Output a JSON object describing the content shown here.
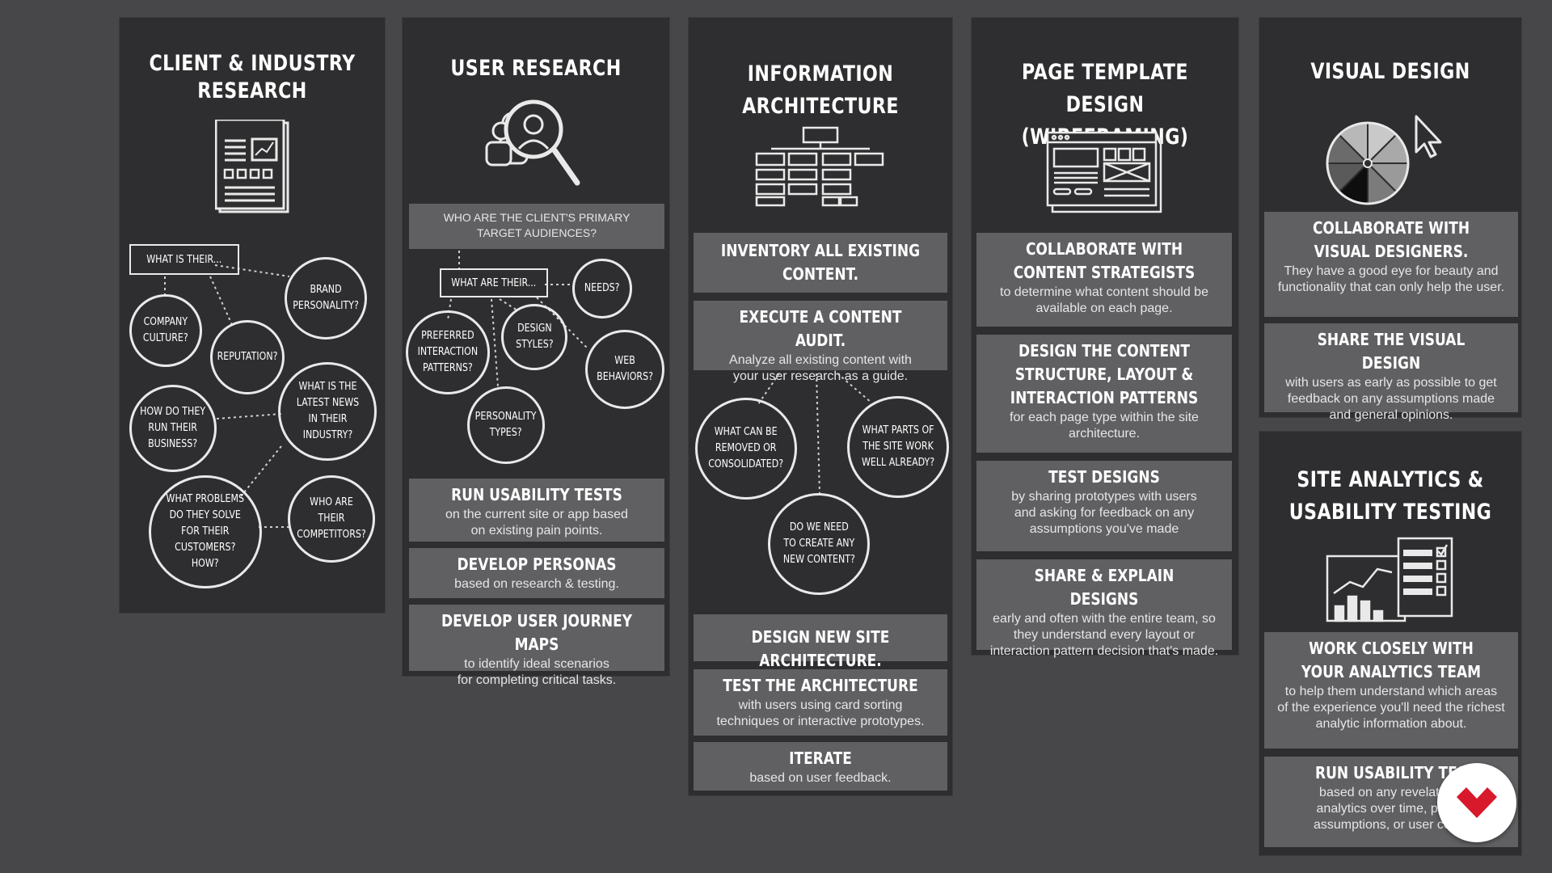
{
  "columns": {
    "client": {
      "title": "CLIENT & INDUSTRY\nRESEARCH",
      "icon": "newspaper-icon",
      "hub": "WHAT IS THEIR...",
      "questions": {
        "brand": "BRAND\nPERSONALITY?",
        "culture": "COMPANY\nCULTURE?",
        "reputation": "REPUTATION?",
        "news": "WHAT IS THE\nLATEST NEWS\nIN THEIR\nINDUSTRY?",
        "business": "HOW DO THEY\nRUN THEIR\nBUSINESS?",
        "problems": "WHAT PROBLEMS\nDO THEY SOLVE\nFOR THEIR\nCUSTOMERS?\nHOW?",
        "competitors": "WHO ARE THEIR\nCOMPETITORS?"
      }
    },
    "user": {
      "title": "USER RESEARCH",
      "icon": "users-magnifier-icon",
      "audience": "WHO ARE THE CLIENT'S PRIMARY\nTARGET AUDIENCES?",
      "hub": "WHAT ARE THEIR...",
      "questions": {
        "needs": "NEEDS?",
        "preferred": "PREFERRED\nINTERACTION\nPATTERNS?",
        "design": "DESIGN\nSTYLES?",
        "web": "WEB\nBEHAVIORS?",
        "personality": "PERSONALITY\nTYPES?"
      },
      "boxes": [
        {
          "title": "RUN USABILITY TESTS",
          "body": "on the current site or app based\non existing pain points."
        },
        {
          "title": "DEVELOP PERSONAS",
          "body": "based on research & testing."
        },
        {
          "title": "DEVELOP USER JOURNEY MAPS",
          "body": "to identify ideal scenarios\nfor completing critical tasks."
        }
      ]
    },
    "ia": {
      "title": "INFORMATION\nARCHITECTURE",
      "icon": "sitemap-icon",
      "inventory": {
        "title": "INVENTORY ALL EXISTING\nCONTENT."
      },
      "audit": {
        "title": "EXECUTE A CONTENT AUDIT.",
        "body": "Analyze all existing content with\nyour user research as a guide."
      },
      "questions": {
        "removed": "WHAT CAN BE\nREMOVED OR\nCONSOLIDATED?",
        "works": "WHAT PARTS OF\nTHE SITE WORK\nWELL ALREADY?",
        "create": "DO WE NEED\nTO CREATE ANY\nNEW CONTENT?"
      },
      "boxes": [
        {
          "title": "DESIGN NEW SITE ARCHITECTURE.",
          "body": ""
        },
        {
          "title": "TEST THE ARCHITECTURE",
          "body": "with users using card sorting\ntechniques or interactive prototypes."
        },
        {
          "title": "ITERATE",
          "body": "based on user feedback."
        }
      ]
    },
    "template": {
      "title": "PAGE TEMPLATE\nDESIGN (WIREFRAMING)",
      "icon": "wireframe-browser-icon",
      "boxes": [
        {
          "title": "COLLABORATE WITH\nCONTENT STRATEGISTS",
          "body": "to determine what content should be\navailable on each page."
        },
        {
          "title": "DESIGN THE CONTENT\nSTRUCTURE, LAYOUT &\nINTERACTION PATTERNS",
          "body": "for each page type within the site\narchitecture."
        },
        {
          "title": "TEST DESIGNS",
          "body": "by sharing prototypes with users\nand asking for feedback on any\nassumptions you've made"
        },
        {
          "title": "SHARE & EXPLAIN DESIGNS",
          "body": "early and often with the entire team, so\nthey understand every layout or\ninteraction pattern decision that's made."
        }
      ]
    },
    "visual": {
      "title": "VISUAL DESIGN",
      "icon": "color-wheel-cursor-icon",
      "boxes": [
        {
          "title": "COLLABORATE WITH\nVISUAL DESIGNERS.",
          "body": "They have a good eye for beauty and\nfunctionality that can only help the user."
        },
        {
          "title": "SHARE THE VISUAL DESIGN",
          "body": "with users as early as possible to get\nfeedback on any assumptions made\nand general opinions."
        }
      ]
    },
    "analytics": {
      "title": "SITE ANALYTICS &\nUSABILITY TESTING",
      "icon": "analytics-checklist-icon",
      "boxes": [
        {
          "title": "WORK CLOSELY WITH\nYOUR ANALYTICS TEAM",
          "body": "to help them understand which areas\nof the experience you'll need the richest\nanalytic information about."
        },
        {
          "title": "RUN USABILITY TES",
          "body": "based on any revelations\nanalytics over time, previo\nassumptions, or user comp"
        }
      ]
    }
  },
  "overlay": {
    "logo": "brand-logo-icon"
  },
  "colors": {
    "background": "#47474a",
    "panel": "#2e2e30",
    "box": "#606063",
    "logo_red": "#d8192b"
  }
}
